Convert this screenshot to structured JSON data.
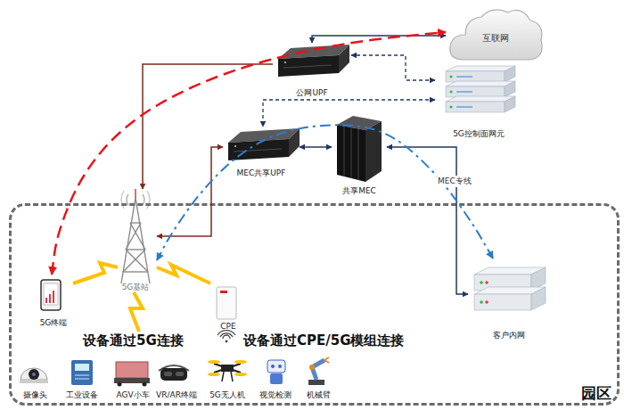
{
  "diagram": {
    "nodes": [
      {
        "text": [
          "互联网"
        ]
      },
      {
        "text": [
          "公网UPF"
        ]
      },
      {
        "text": [
          "5G控制面网元"
        ]
      },
      {
        "text": [
          "MEC共享UPF"
        ]
      },
      {
        "text": [
          "共享MEC"
        ]
      },
      {
        "text": [
          "园区"
        ]
      },
      {
        "text": [
          "5G基站"
        ],
        "in": 5
      },
      {
        "text": [
          "5G终端"
        ],
        "in": 5
      },
      {
        "text": [
          "CPE"
        ],
        "in": 5
      },
      {
        "text": [
          "客户内网"
        ],
        "in": 5
      },
      {
        "text": [
          "摄像头"
        ],
        "in": 5
      },
      {
        "text": [
          "工业设备"
        ],
        "in": 5
      },
      {
        "text": [
          "AGV小车"
        ],
        "in": 5
      },
      {
        "text": [
          "VR/AR终端"
        ],
        "in": 5
      },
      {
        "text": [
          "5G无人机"
        ],
        "in": 5
      },
      {
        "text": [
          "视觉检测"
        ],
        "in": 5
      },
      {
        "text": [
          "机械臂"
        ],
        "in": 5
      }
    ],
    "edges": [
      {
        "from": 1,
        "to": 0,
        "arrow": "both"
      },
      {
        "from": 2,
        "to": 1,
        "arrow": "both"
      },
      {
        "from": 2,
        "to": 3,
        "arrow": "both"
      },
      {
        "from": 1,
        "to": 6,
        "arrow": "to"
      },
      {
        "from": 3,
        "to": 6,
        "arrow": "both"
      },
      {
        "from": 3,
        "to": 4,
        "arrow": "both"
      },
      {
        "from": 4,
        "to": 9,
        "label": "MEC专线",
        "arrow": "both"
      },
      {
        "from": 7,
        "to": 0,
        "arrow": "both"
      },
      {
        "from": 9,
        "to": 6,
        "arrow": "both"
      }
    ],
    "labels": [
      "设备通过5G连接",
      "设备通过CPE/5G模组连接"
    ]
  }
}
